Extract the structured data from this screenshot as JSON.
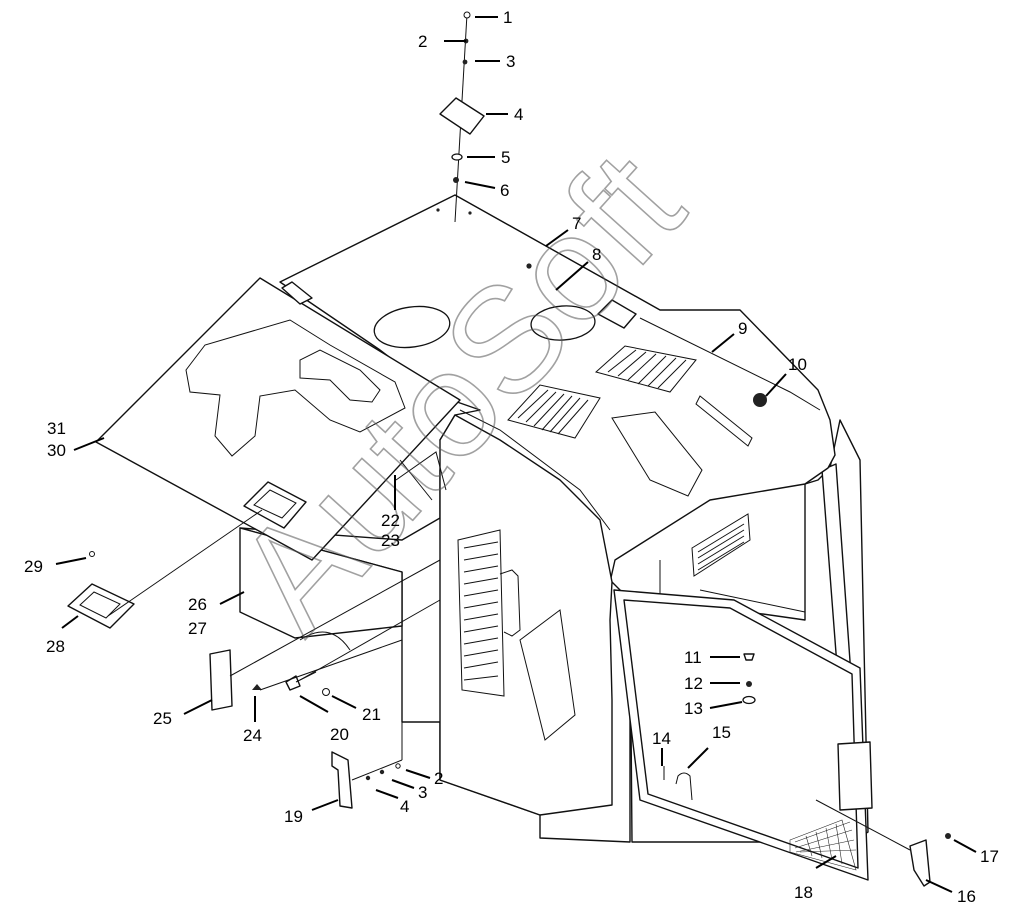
{
  "watermark": "AutoSoft",
  "callouts": [
    {
      "id": "c1",
      "label": "1"
    },
    {
      "id": "c2",
      "label": "2"
    },
    {
      "id": "c3",
      "label": "3"
    },
    {
      "id": "c4",
      "label": "4"
    },
    {
      "id": "c5",
      "label": "5"
    },
    {
      "id": "c6",
      "label": "6"
    },
    {
      "id": "c7",
      "label": "7"
    },
    {
      "id": "c8",
      "label": "8"
    },
    {
      "id": "c9",
      "label": "9"
    },
    {
      "id": "c10",
      "label": "10"
    },
    {
      "id": "c11",
      "label": "11"
    },
    {
      "id": "c12",
      "label": "12"
    },
    {
      "id": "c13",
      "label": "13"
    },
    {
      "id": "c14",
      "label": "14"
    },
    {
      "id": "c15",
      "label": "15"
    },
    {
      "id": "c16",
      "label": "16"
    },
    {
      "id": "c17",
      "label": "17"
    },
    {
      "id": "c18",
      "label": "18"
    },
    {
      "id": "c19",
      "label": "19"
    },
    {
      "id": "c20",
      "label": "20"
    },
    {
      "id": "c21",
      "label": "21"
    },
    {
      "id": "c22",
      "label": "22"
    },
    {
      "id": "c23",
      "label": "23"
    },
    {
      "id": "c24",
      "label": "24"
    },
    {
      "id": "c25",
      "label": "25"
    },
    {
      "id": "c26",
      "label": "26"
    },
    {
      "id": "c27",
      "label": "27"
    },
    {
      "id": "c28",
      "label": "28"
    },
    {
      "id": "c29",
      "label": "29"
    },
    {
      "id": "c30",
      "label": "30"
    },
    {
      "id": "c31",
      "label": "31"
    },
    {
      "id": "c2b",
      "label": "2"
    },
    {
      "id": "c3b",
      "label": "3"
    },
    {
      "id": "c4b",
      "label": "4"
    }
  ]
}
